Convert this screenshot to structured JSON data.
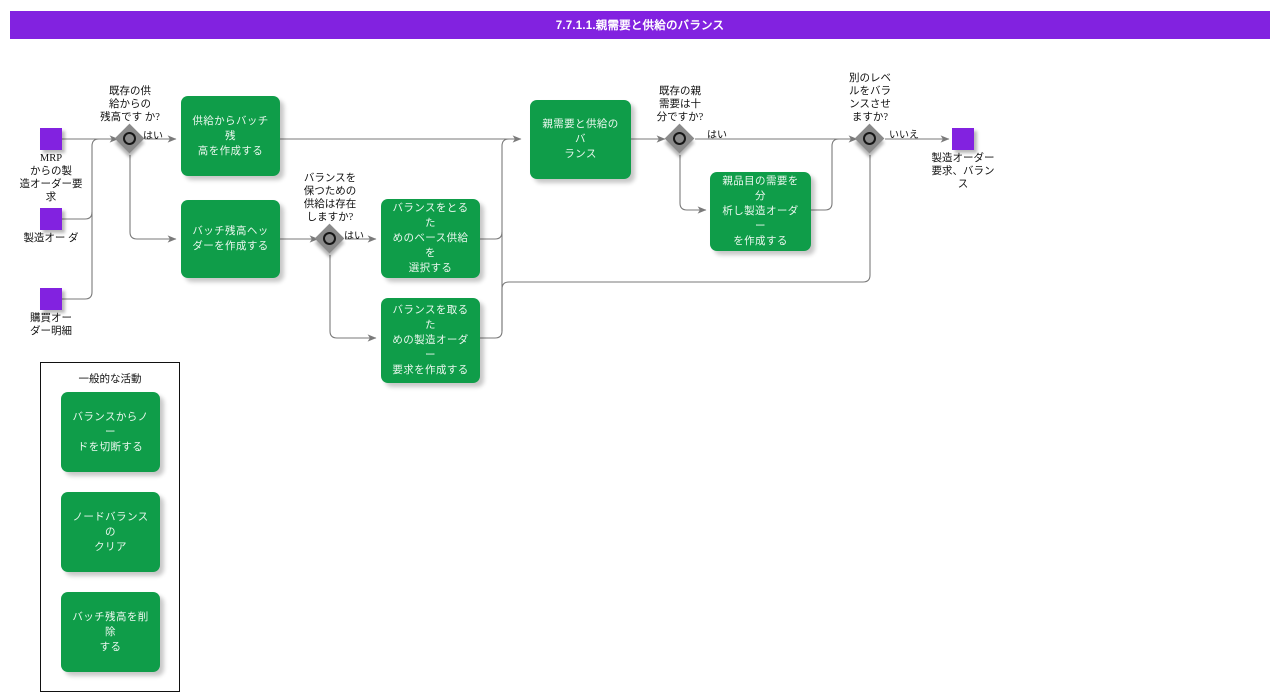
{
  "header": {
    "title": "7.7.1.1.親需要と供給のバランス",
    "bar_color": "#8222e0"
  },
  "palette": {
    "terminator": "#8222e0",
    "activity": "#0f9d49",
    "decision": "#8a8a8a",
    "edge": "#7a7a7a"
  },
  "terminators": [
    {
      "id": "t1",
      "label": "MRP\nからの製\n造オーダー要\n求"
    },
    {
      "id": "t2",
      "label": "製造オー ダ"
    },
    {
      "id": "t3",
      "label": "購買オー\nダー明細"
    },
    {
      "id": "t4",
      "label": "製造オーダー\n要求、バラン\nス"
    }
  ],
  "decisions": [
    {
      "id": "d1",
      "question": "既存の供\n給からの\n残高です か?",
      "yes_label": "はい"
    },
    {
      "id": "d2",
      "question": "バランスを\n保つための\n供給は存在\nしますか?",
      "yes_label": "はい"
    },
    {
      "id": "d3",
      "question": "既存の親\n需要は十\n分ですか?",
      "yes_label": "はい"
    },
    {
      "id": "d4",
      "question": "別のレベ\nルをバラ\nンスさせ\nますか?",
      "no_label": "いいえ"
    }
  ],
  "activities": [
    {
      "id": "a1",
      "label": "供給からバッチ残\n高を作成する"
    },
    {
      "id": "a2",
      "label": "バッチ残高ヘッ\nダーを作成する"
    },
    {
      "id": "a3",
      "label": "バランスをとるた\nめのベース供給を\n選択する"
    },
    {
      "id": "a4",
      "label": "バランスを取るた\nめの製造オーダー\n要求を作成する"
    },
    {
      "id": "a5",
      "label": "親需要と供給のバ\nランス"
    },
    {
      "id": "a6",
      "label": "親品目の需要を分\n析し製造オーダー\nを作成する"
    }
  ],
  "legend": {
    "caption": "一般的な活動",
    "items": [
      {
        "id": "l1",
        "label": "バランスからノー\nドを切断する"
      },
      {
        "id": "l2",
        "label": "ノードバランスの\nクリア"
      },
      {
        "id": "l3",
        "label": "バッチ残高を削除\nする"
      }
    ]
  }
}
